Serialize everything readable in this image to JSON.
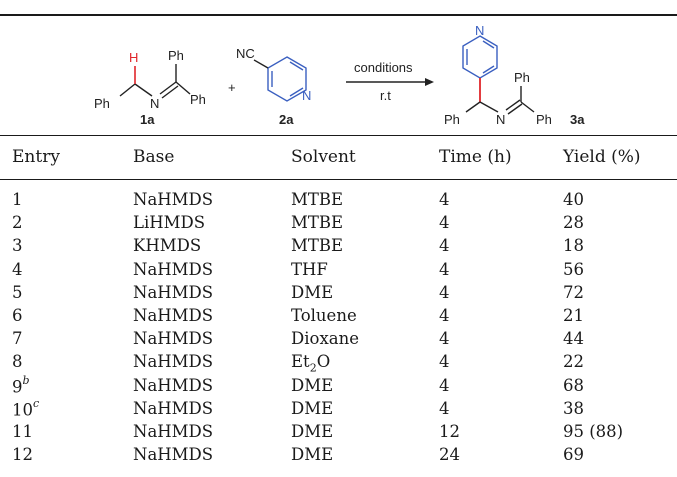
{
  "scheme": {
    "reactant1": {
      "label": "1a",
      "atoms": {
        "h": "H",
        "ph_top": "Ph",
        "ph_left": "Ph",
        "ph_right": "Ph",
        "n": "N"
      }
    },
    "plus": "+",
    "reactant2": {
      "label": "2a",
      "atoms": {
        "nc": "NC",
        "n": "N"
      }
    },
    "arrow_top": "conditions",
    "arrow_bottom": "r.t",
    "product": {
      "label": "3a",
      "atoms": {
        "n_top": "N",
        "ph_top": "Ph",
        "ph_left": "Ph",
        "ph_right": "Ph",
        "n": "N"
      }
    },
    "colors": {
      "highlight": "#e0262b",
      "pyridine_blue": "#3a5fc0",
      "line": "#222222"
    }
  },
  "table": {
    "headers": {
      "entry": "Entry",
      "base": "Base",
      "solvent": "Solvent",
      "time": "Time (h)",
      "yield": "Yield (%)"
    },
    "rows": [
      {
        "entry": "1",
        "sup": "",
        "base": "NaHMDS",
        "solvent": "MTBE",
        "solvent_sub": "",
        "solvent_tail": "",
        "time": "4",
        "yield": "40"
      },
      {
        "entry": "2",
        "sup": "",
        "base": "LiHMDS",
        "solvent": "MTBE",
        "solvent_sub": "",
        "solvent_tail": "",
        "time": "4",
        "yield": "28"
      },
      {
        "entry": "3",
        "sup": "",
        "base": "KHMDS",
        "solvent": "MTBE",
        "solvent_sub": "",
        "solvent_tail": "",
        "time": "4",
        "yield": "18"
      },
      {
        "entry": "4",
        "sup": "",
        "base": "NaHMDS",
        "solvent": "THF",
        "solvent_sub": "",
        "solvent_tail": "",
        "time": "4",
        "yield": "56"
      },
      {
        "entry": "5",
        "sup": "",
        "base": "NaHMDS",
        "solvent": "DME",
        "solvent_sub": "",
        "solvent_tail": "",
        "time": "4",
        "yield": "72"
      },
      {
        "entry": "6",
        "sup": "",
        "base": "NaHMDS",
        "solvent": "Toluene",
        "solvent_sub": "",
        "solvent_tail": "",
        "time": "4",
        "yield": "21"
      },
      {
        "entry": "7",
        "sup": "",
        "base": "NaHMDS",
        "solvent": "Dioxane",
        "solvent_sub": "",
        "solvent_tail": "",
        "time": "4",
        "yield": "44"
      },
      {
        "entry": "8",
        "sup": "",
        "base": "NaHMDS",
        "solvent": "Et",
        "solvent_sub": "2",
        "solvent_tail": "O",
        "time": "4",
        "yield": "22"
      },
      {
        "entry": "9",
        "sup": "b",
        "base": "NaHMDS",
        "solvent": "DME",
        "solvent_sub": "",
        "solvent_tail": "",
        "time": "4",
        "yield": "68"
      },
      {
        "entry": "10",
        "sup": "c",
        "base": "NaHMDS",
        "solvent": "DME",
        "solvent_sub": "",
        "solvent_tail": "",
        "time": "4",
        "yield": "38"
      },
      {
        "entry": "11",
        "sup": "",
        "base": "NaHMDS",
        "solvent": "DME",
        "solvent_sub": "",
        "solvent_tail": "",
        "time": "12",
        "yield": "95 (88)"
      },
      {
        "entry": "12",
        "sup": "",
        "base": "NaHMDS",
        "solvent": "DME",
        "solvent_sub": "",
        "solvent_tail": "",
        "time": "24",
        "yield": "69"
      }
    ]
  }
}
